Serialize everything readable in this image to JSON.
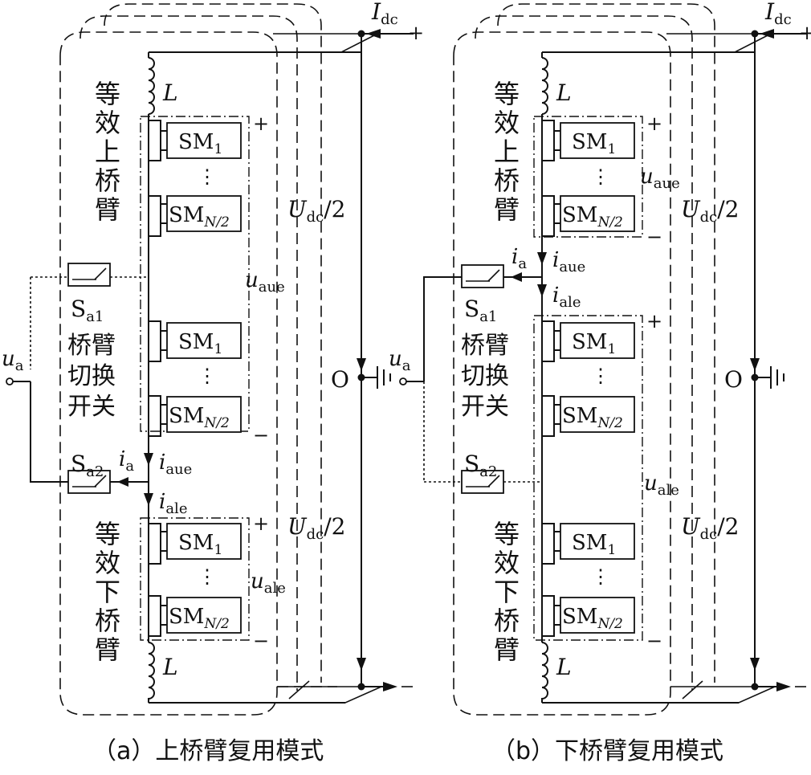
{
  "panels": {
    "a": {
      "caption": "（a）上桥臂复用模式",
      "upper_arm_label": [
        "等",
        "效",
        "上",
        "桥",
        "臂"
      ],
      "lower_arm_label": [
        "等",
        "效",
        "下",
        "桥",
        "臂"
      ],
      "switch_label": [
        "桥臂",
        "切换",
        "开关"
      ]
    },
    "b": {
      "caption": "（b）下桥臂复用模式",
      "upper_arm_label": [
        "等",
        "效",
        "上",
        "桥",
        "臂"
      ],
      "lower_arm_label": [
        "等",
        "效",
        "下",
        "桥",
        "臂"
      ],
      "switch_label": [
        "桥臂",
        "切换",
        "开关"
      ]
    }
  },
  "symbols": {
    "current_dc": "I",
    "current_dc_sub": "dc",
    "voltage_half": "U",
    "voltage_half_sub": "dc",
    "voltage_half_tail": "/2",
    "inductor": "L",
    "sm": "SM",
    "sm_first_sub": "1",
    "sm_last_sub": "N/2",
    "u_aue": "u",
    "u_aue_sub": "aue",
    "u_ale": "u",
    "u_ale_sub": "ale",
    "i_aue": "i",
    "i_aue_sub": "aue",
    "i_ale": "i",
    "i_ale_sub": "ale",
    "i_a": "i",
    "i_a_sub": "a",
    "u_a": "u",
    "u_a_sub": "a",
    "switch1": "S",
    "switch1_sub": "a1",
    "switch2": "S",
    "switch2_sub": "a2",
    "neutral": "O",
    "plus": "+",
    "minus": "−",
    "vdots": "⋮"
  }
}
